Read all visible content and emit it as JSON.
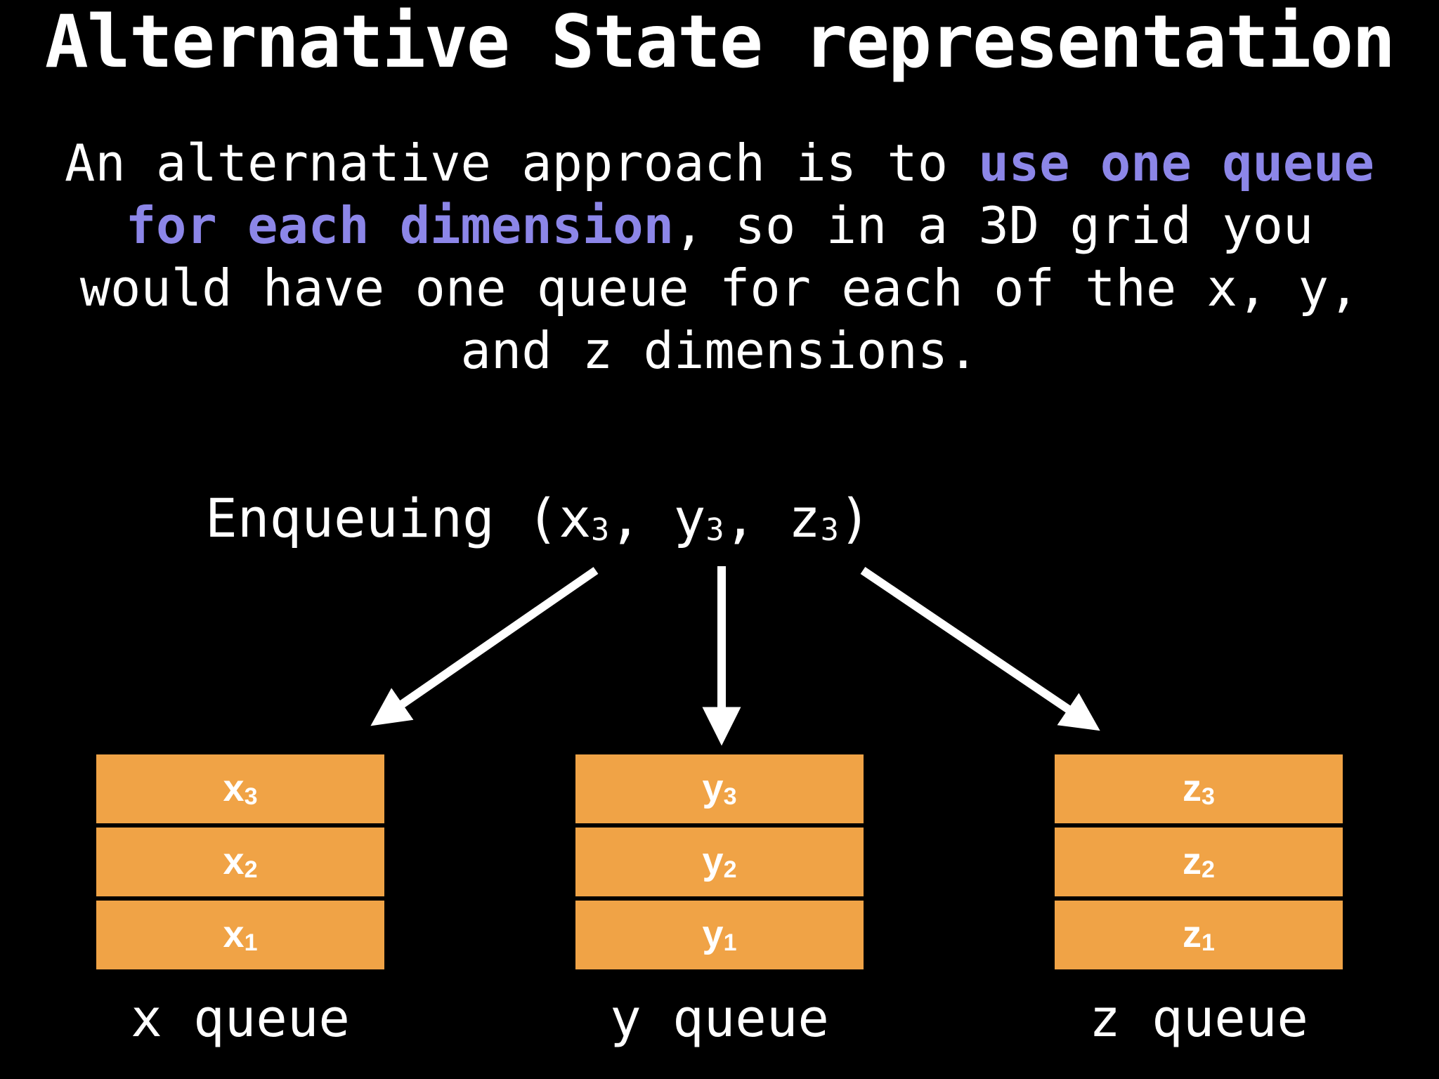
{
  "slide": {
    "title": "Alternative State representation",
    "paragraph": {
      "lines": [
        {
          "parts": [
            {
              "t": "An alternative approach is to "
            },
            {
              "t": "use one queue"
            }
          ]
        },
        {
          "parts": [
            {
              "t": "for each dimension"
            },
            {
              "t": ", so in a 3D grid you"
            }
          ]
        },
        {
          "parts": [
            {
              "t": "would have one queue for each of the x, y,"
            }
          ]
        },
        {
          "parts": [
            {
              "t": "and z dimensions."
            }
          ]
        }
      ]
    },
    "enqueuing": {
      "p0": "Enqueuing (x",
      "s0": "3",
      "p1": ", y",
      "s1": "3",
      "p2": ", z",
      "s2": "3",
      "p3": ")"
    },
    "queues": [
      {
        "label": "x queue",
        "cells": [
          {
            "main": "x",
            "sub": "3"
          },
          {
            "main": "x",
            "sub": "2"
          },
          {
            "main": "x",
            "sub": "1"
          }
        ]
      },
      {
        "label": "y queue",
        "cells": [
          {
            "main": "y",
            "sub": "3"
          },
          {
            "main": "y",
            "sub": "2"
          },
          {
            "main": "y",
            "sub": "1"
          }
        ]
      },
      {
        "label": "z queue",
        "cells": [
          {
            "main": "z",
            "sub": "3"
          },
          {
            "main": "z",
            "sub": "2"
          },
          {
            "main": "z",
            "sub": "1"
          }
        ]
      }
    ],
    "colors": {
      "background": "#000000",
      "text": "#FFFFFF",
      "accent": "#8C86E8",
      "queue_box": "#F0A346",
      "arrow": "#FFFFFF"
    }
  }
}
